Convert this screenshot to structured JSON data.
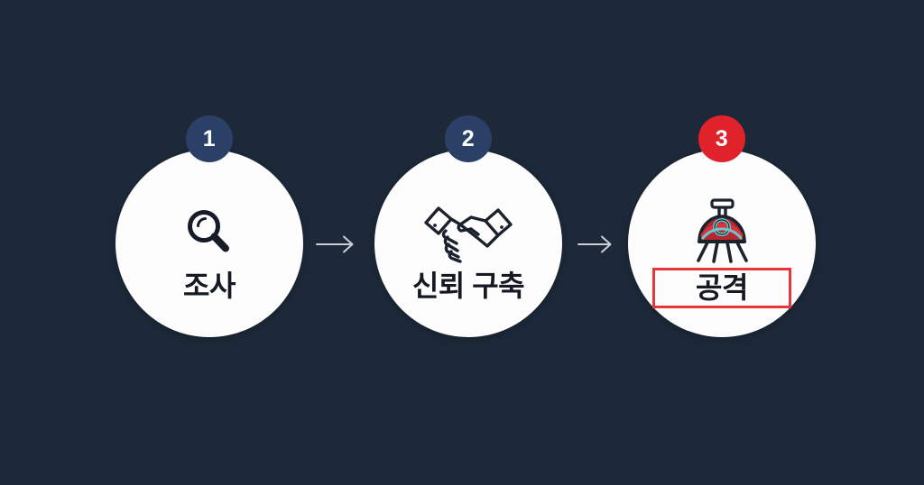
{
  "background_color": "#1d2939",
  "flow": {
    "steps": [
      {
        "number": "1",
        "label": "조사",
        "icon": "magnifier-icon",
        "badge_color": "#2b4066",
        "highlighted": false
      },
      {
        "number": "2",
        "label": "신뢰 구축",
        "icon": "handshake-icon",
        "badge_color": "#2b4066",
        "highlighted": false
      },
      {
        "number": "3",
        "label": "공격",
        "icon": "sea-mine-icon",
        "badge_color": "#e0232b",
        "highlighted": true,
        "highlight_color": "#e8363c"
      }
    ],
    "connectors": [
      {
        "name": "arrow-step1-to-step2",
        "glyph": "→"
      },
      {
        "name": "arrow-step2-to-step3",
        "glyph": "→"
      }
    ]
  }
}
